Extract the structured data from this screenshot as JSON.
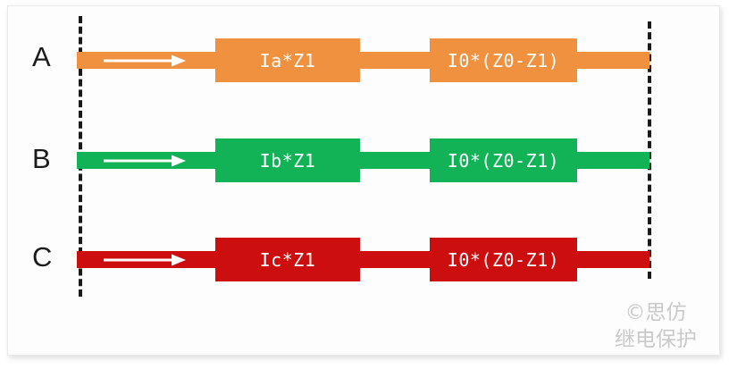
{
  "figure": {
    "title": "",
    "background_color": "#ffffff",
    "card_color": "#fdfdfd",
    "border_color": "#e9e9e9",
    "dashed_line_color": "#1a1a1a",
    "label_color": "#1b1b1b",
    "box_text_color": "#ffffff",
    "arrow_color": "#ffffff"
  },
  "boundaries": {
    "left_line_name": "left-boundary-dashed-line",
    "right_line_name": "right-boundary-dashed-line"
  },
  "rows": [
    {
      "phase": "A",
      "color": "#F09140",
      "segments": [
        {
          "label": "Ia*Z1"
        },
        {
          "label": "I0*(Z0-Z1)"
        }
      ],
      "arrow": "right-arrow-icon"
    },
    {
      "phase": "B",
      "color": "#12B257",
      "segments": [
        {
          "label": "Ib*Z1"
        },
        {
          "label": "I0*(Z0-Z1)"
        }
      ],
      "arrow": "right-arrow-icon"
    },
    {
      "phase": "C",
      "color": "#CD0E0E",
      "segments": [
        {
          "label": "Ic*Z1"
        },
        {
          "label": "I0*(Z0-Z1)"
        }
      ],
      "arrow": "right-arrow-icon"
    }
  ],
  "watermark": {
    "line1": "©思仿",
    "line2": "继电保护"
  }
}
